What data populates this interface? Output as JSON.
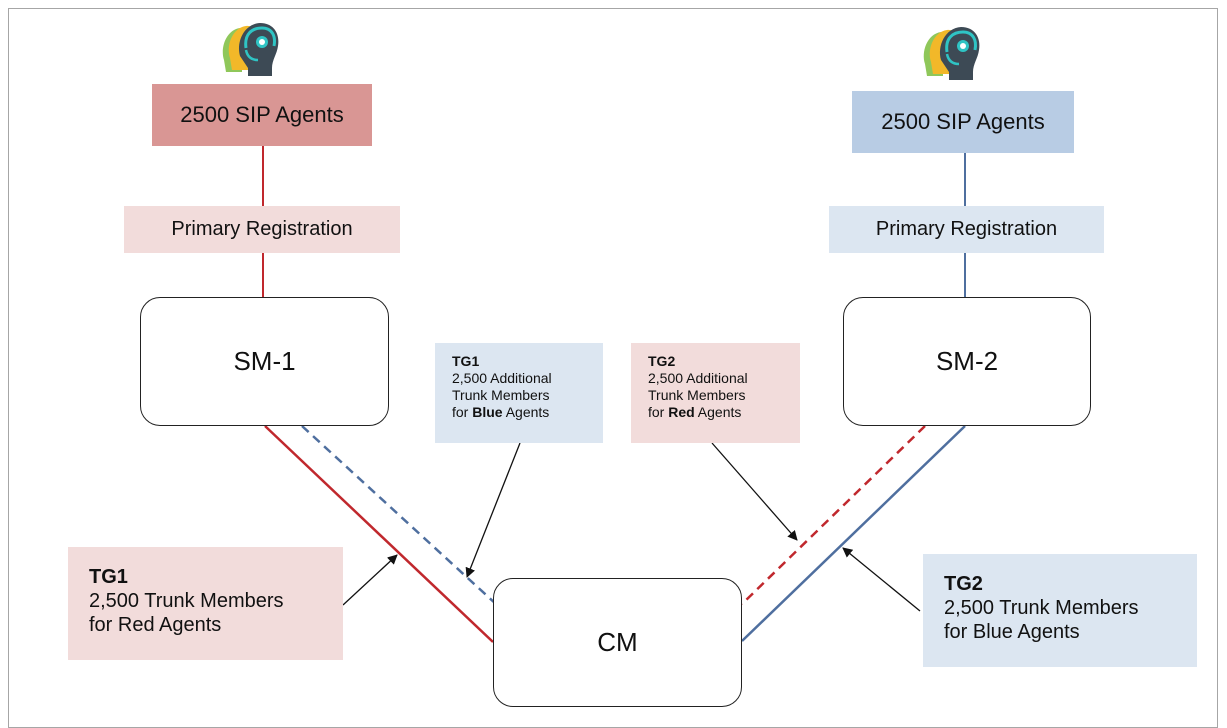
{
  "colors": {
    "red_line": "#c0282d",
    "blue_line": "#4f6f9f",
    "red_agents_fill": "#d99694",
    "blue_agents_fill": "#b8cce4",
    "red_light_fill": "#f2dcdb",
    "blue_light_fill": "#dce6f1"
  },
  "icons": {
    "agents": "agent-headset-heads-icon"
  },
  "left": {
    "agents_label": "2500 SIP Agents",
    "registration_label": "Primary Registration",
    "node_label": "SM-1",
    "trunk": {
      "title": "TG1",
      "line1": "2,500 Trunk Members",
      "line2": "for Red Agents"
    }
  },
  "right": {
    "agents_label": "2500 SIP Agents",
    "registration_label": "Primary Registration",
    "node_label": "SM-2",
    "trunk": {
      "title": "TG2",
      "line1": "2,500 Trunk Members",
      "line2": "for Blue Agents"
    }
  },
  "center": {
    "node_label": "CM"
  },
  "notes": {
    "blue": {
      "title": "TG1",
      "line1": "2,500 Additional",
      "line2": "Trunk Members",
      "prefix": "for ",
      "emphasis": "Blue",
      "suffix": " Agents"
    },
    "red": {
      "title": "TG2",
      "line1": "2,500 Additional",
      "line2": "Trunk Members",
      "prefix": "for ",
      "emphasis": "Red",
      "suffix": " Agents"
    }
  }
}
